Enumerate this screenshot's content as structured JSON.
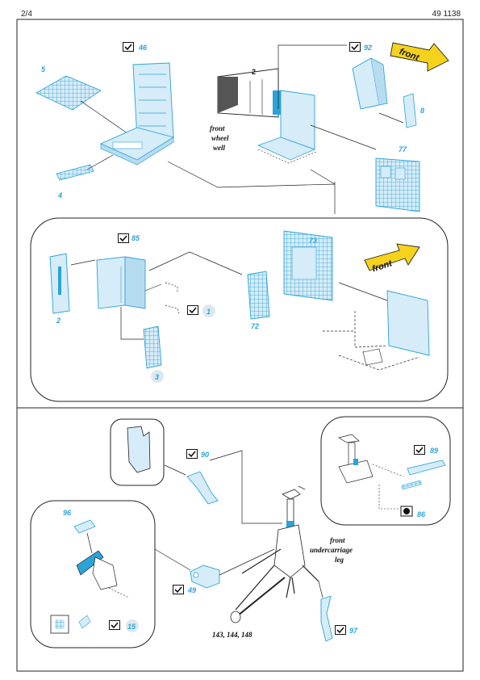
{
  "header": {
    "page": "2/4",
    "code": "49 1138"
  },
  "top_section": {
    "parts": {
      "p5": "5",
      "p46": "46",
      "p4": "4",
      "p2": "2",
      "p92": "92",
      "p8": "8",
      "p77": "77"
    },
    "label_wheel_well": [
      "front",
      "wheel",
      "well"
    ],
    "front_arrow": "front"
  },
  "middle_section": {
    "parts": {
      "p85": "85",
      "p1": "1",
      "p2": "2",
      "p3": "3",
      "p73": "73",
      "p72": "72"
    },
    "front_arrow": "front"
  },
  "bottom_section": {
    "parts": {
      "p90": "90",
      "p89": "89",
      "p86": "86",
      "p96": "96",
      "p49": "49",
      "p15": "15",
      "p97": "97"
    },
    "label_undercarriage": [
      "front",
      "undercarriage",
      "leg"
    ],
    "ref_numbers": "143, 144, 148"
  },
  "colors": {
    "part_blue": "#2aa3d8",
    "fill_blue": "#d6ecf8",
    "arrow_yellow": "#f5d21c",
    "line": "#222222"
  },
  "icons": [
    "fold-check-icon",
    "paint-drop-icon",
    "front-arrow-icon"
  ]
}
